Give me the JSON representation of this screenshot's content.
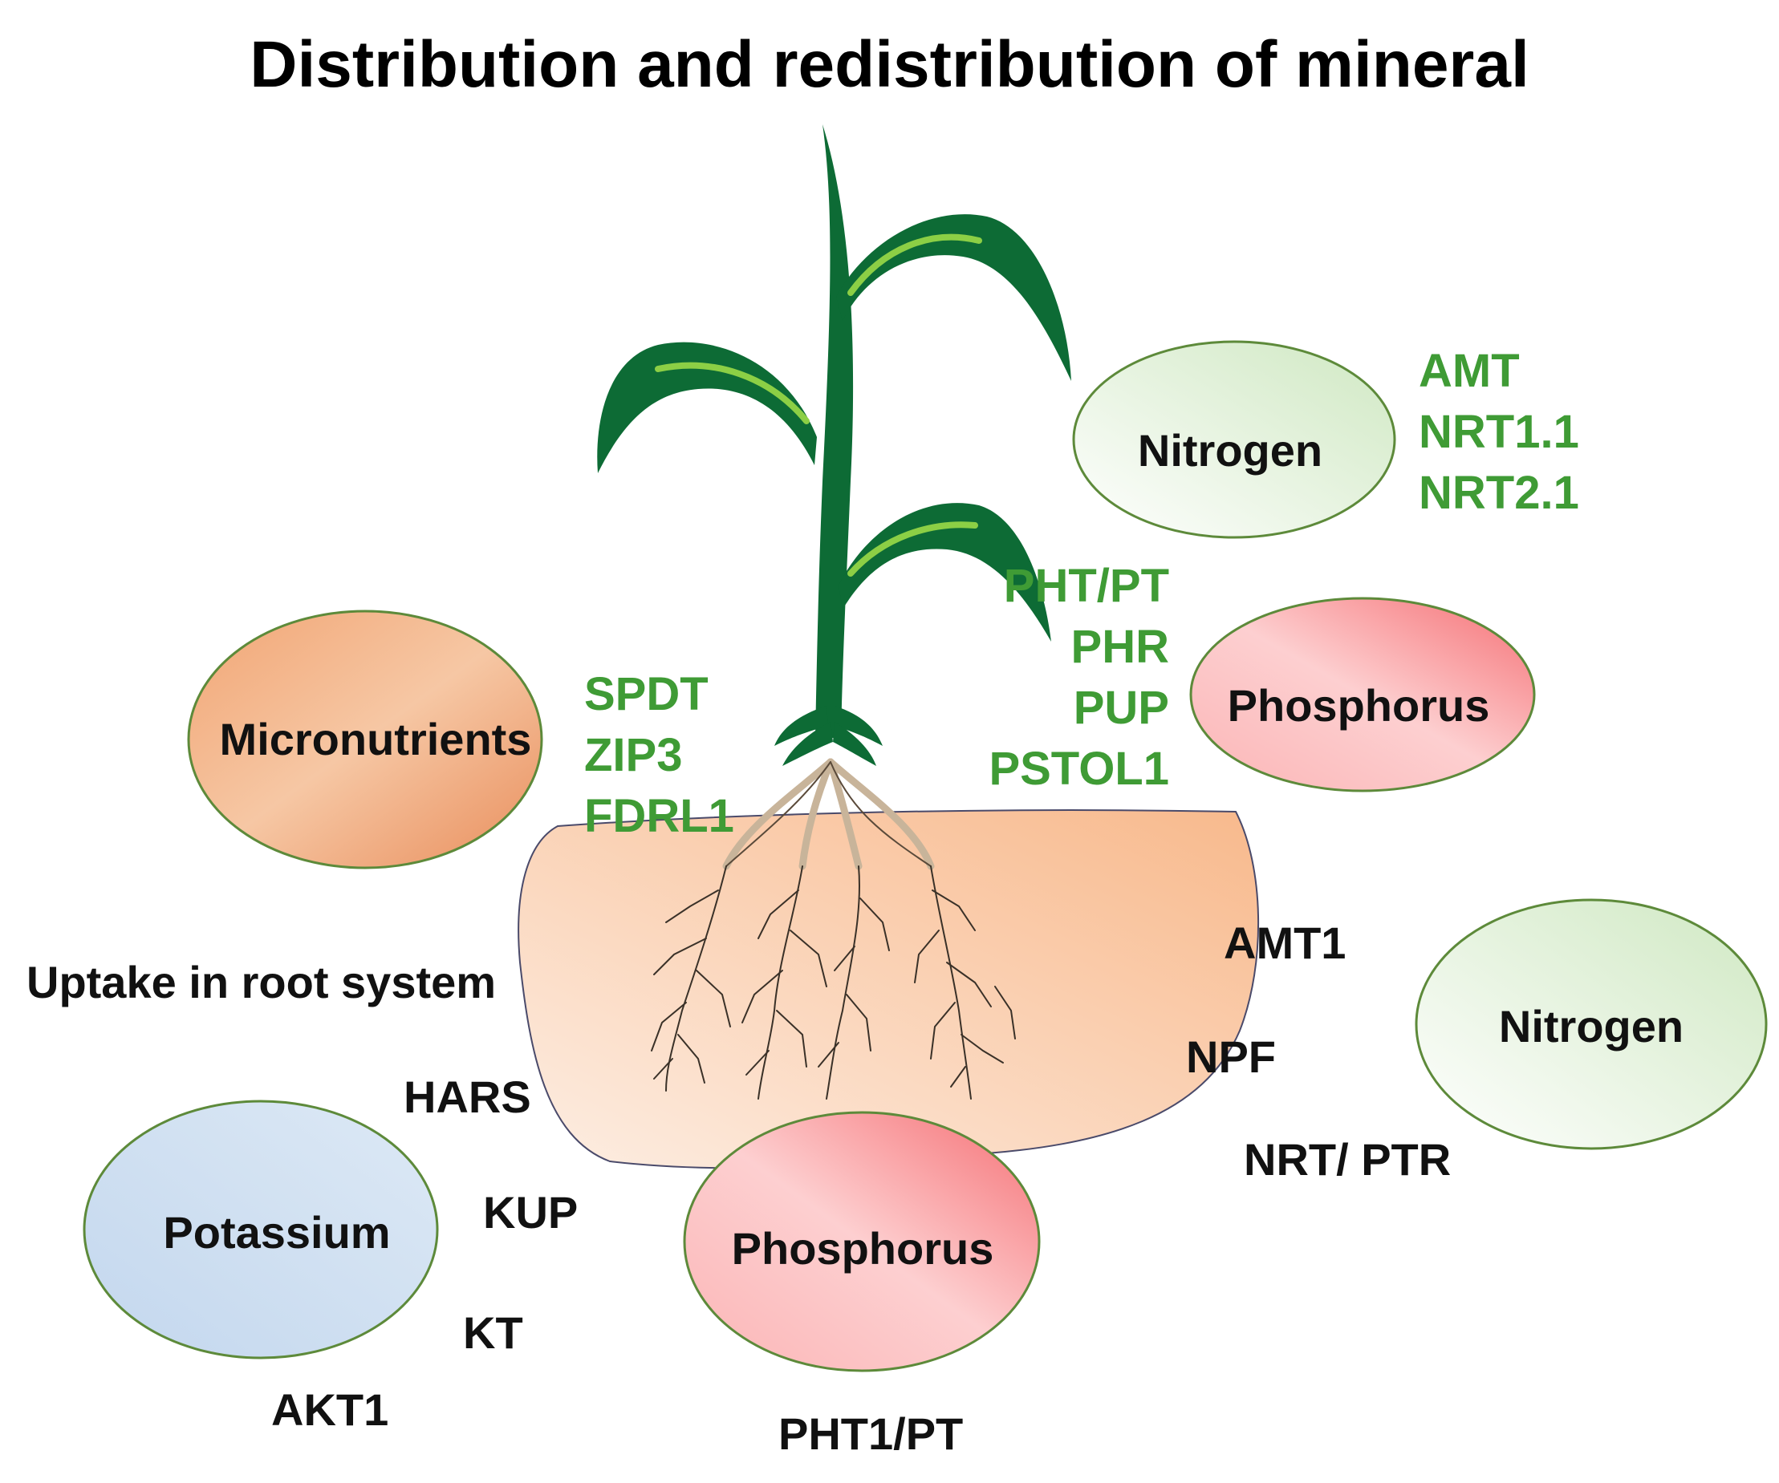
{
  "title": "Distribution and redistribution of mineral",
  "root_label": "Uptake in root system",
  "nutrients": {
    "nitrogen_top": "Nitrogen",
    "phosphorus_top": "Phosphorus",
    "micronutrients": "Micronutrients",
    "nitrogen_bottom": "Nitrogen",
    "potassium": "Potassium",
    "phosphorus_bottom": "Phosphorus"
  },
  "genes": {
    "nitrogen_shoot": [
      "AMT",
      "NRT1.1",
      "NRT2.1"
    ],
    "phosphorus_shoot": [
      "PHT/PT",
      "PHR",
      "PUP",
      "PSTOL1"
    ],
    "micronutrient_shoot": [
      "SPDT",
      "ZIP3",
      "FDRL1"
    ],
    "amt1": "AMT1",
    "npf": "NPF",
    "nrt_ptr": "NRT/ PTR",
    "hars": "HARS",
    "kup": "KUP",
    "kt": "KT",
    "akt1": "AKT1",
    "pht1": "PHT1/PT"
  },
  "colors": {
    "gene_green": "#3f9b35",
    "leaf_dark": "#0d6b35",
    "leaf_highlight": "#8ccf45",
    "soil": "#f9c9a6",
    "root": "#5a4a3a",
    "nitrogen_fill": "#e4f2dc",
    "phosphorus_fill": "#f68a8e",
    "micronutrient_fill": "#ec9a6a",
    "potassium_fill": "#c9dcef",
    "oval_outline": "#5d8a3a"
  }
}
